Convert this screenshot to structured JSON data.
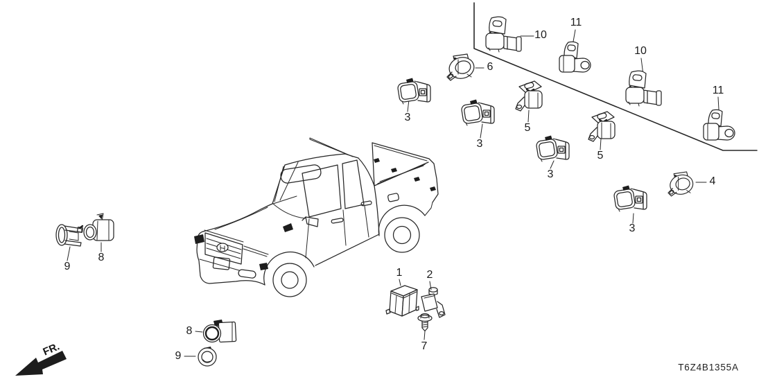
{
  "diagram": {
    "code": "T6Z4B1355A",
    "fr_label": "FR."
  },
  "callouts": [
    {
      "label": "10"
    },
    {
      "label": "11"
    },
    {
      "label": "6"
    },
    {
      "label": "3"
    },
    {
      "label": "3"
    },
    {
      "label": "5"
    },
    {
      "label": "10"
    },
    {
      "label": "11"
    },
    {
      "label": "5"
    },
    {
      "label": "3"
    },
    {
      "label": "4"
    },
    {
      "label": "3"
    },
    {
      "label": "9"
    },
    {
      "label": "8"
    },
    {
      "label": "1"
    },
    {
      "label": "2"
    },
    {
      "label": "7"
    },
    {
      "label": "8"
    },
    {
      "label": "9"
    }
  ]
}
